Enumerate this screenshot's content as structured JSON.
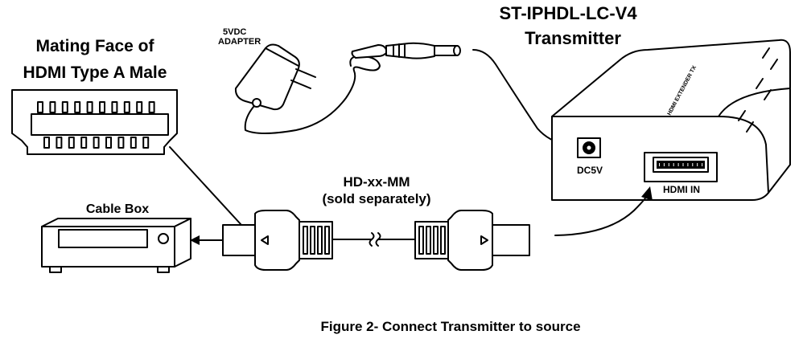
{
  "labels": {
    "mating_face": [
      "Mating Face of",
      "HDMI Type A Male"
    ],
    "adapter": [
      "5VDC",
      "ADAPTER"
    ],
    "transmitter": [
      "ST-IPHDL-LC-V4",
      "Transmitter"
    ],
    "device_tag": "HDMI EXTENDER TX",
    "dc_port": "DC5V",
    "hdmi_port": "HDMI IN",
    "cable": [
      "HD-xx-MM",
      "(sold separately)"
    ],
    "cable_box": "Cable Box",
    "caption": "Figure 2- Connect Transmitter to source"
  }
}
